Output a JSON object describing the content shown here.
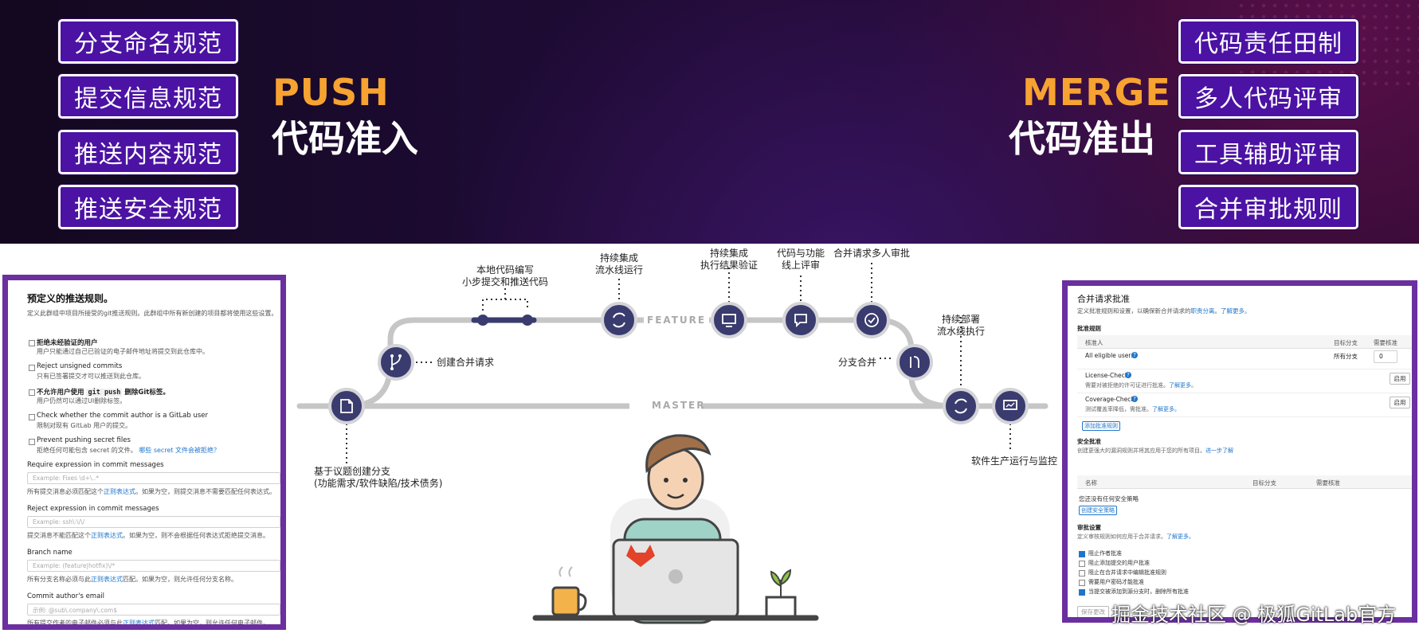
{
  "banner": {
    "left_pills": [
      "分支命名规范",
      "提交信息规范",
      "推送内容规范",
      "推送安全规范"
    ],
    "right_pills": [
      "代码责任田制",
      "多人代码评审",
      "工具辅助评审",
      "合并审批规则"
    ],
    "push_en": "PUSH",
    "push_cn": "代码准入",
    "merge_en": "MERGE",
    "merge_cn": "代码准出",
    "accent_color": "#f7a331",
    "pill_color": "#4b12a3"
  },
  "push_rules": {
    "title": "预定义的推送规则。",
    "description": "定义此群组中项目所接受的git推送规则。此群组中所有新创建的项目都将使用这些设置。",
    "checks": [
      {
        "label": "拒绝未经验证的用户",
        "desc": "用户只能通过自己已验证的电子邮件地址将提交到此仓库中。",
        "bold": true
      },
      {
        "label": "Reject unsigned commits",
        "desc": "只有已签署提交才可以推送到此仓库。",
        "bold": false
      },
      {
        "label_a": "不允许用户使用",
        "label_code": "git push",
        "label_b": "删除Git标签。",
        "desc": "用户仍然可以通过UI删除标签。",
        "bold": true
      },
      {
        "label": "Check whether the commit author is a GitLab user",
        "desc": "限制对现有 GitLab 用户的提交。",
        "bold": false
      },
      {
        "label": "Prevent pushing secret files",
        "desc_a": "拒绝任何可能包含 secret 的文件。",
        "desc_link": "哪些 secret 文件会被拒绝？",
        "bold": false
      }
    ],
    "fields": [
      {
        "label": "Require expression in commit messages",
        "placeholder": "Example: Fixes \\d+\\..*",
        "help_a": "所有提交消息必须匹配这个",
        "help_link": "正则表达式",
        "help_b": "。如果为空，则提交消息不需要匹配任何表达式。"
      },
      {
        "label": "Reject expression in commit messages",
        "placeholder": "Example: ssh\\:\\/\\/",
        "help_a": "提交消息不能匹配这个",
        "help_link": "正则表达式",
        "help_b": "。如果为空，则不会根据任何表达式拒绝提交消息。"
      },
      {
        "label": "Branch name",
        "placeholder": "Example: (feature|hotfix)\\/*",
        "help_a": "所有分支名称必须与此",
        "help_link": "正则表达式",
        "help_b": "匹配。如果为空，则允许任何分支名称。"
      },
      {
        "label": "Commit author's email",
        "placeholder": "示例: @sub\\.company\\.com$",
        "help_a": "所有提交作者的电子邮件必须与此",
        "help_link": "正则表达式",
        "help_b": "匹配。如果为空，则允许任何电子邮件。"
      }
    ]
  },
  "diagram": {
    "feature_label": "FEATURE",
    "master_label": "MASTER",
    "labels": {
      "create_branch_1": "基于议题创建分支",
      "create_branch_2": "(功能需求/软件缺陷/技术债务)",
      "create_mr": "创建合并请求",
      "local_code_1": "本地代码编写",
      "local_code_2": "小步提交和推送代码",
      "ci_run_1": "持续集成",
      "ci_run_2": "流水线运行",
      "ci_verify_1": "持续集成",
      "ci_verify_2": "执行结果验证",
      "online_review_1": "代码与功能",
      "online_review_2": "线上评审",
      "multi_approve": "合并请求多人审批",
      "branch_merge": "分支合并",
      "cd_run_1": "持续部署",
      "cd_run_2": "流水线执行",
      "monitor": "软件生产运行与监控"
    }
  },
  "merge_approvals": {
    "title": "合并请求批准",
    "description_a": "定义批准规则和设置，以确保新合并请求的",
    "description_link1": "职责分离",
    "description_b": "。",
    "description_link2": "了解更多。",
    "rules_heading": "批准规则",
    "table_headers": [
      "核准人",
      "目标分支",
      "需要核准"
    ],
    "rows": [
      {
        "name": "All eligible users",
        "branch": "所有分支",
        "count": "0"
      },
      {
        "name": "License-Check",
        "desc_a": "需要对被拒绝的许可证进行批准。",
        "desc_link": "了解更多。",
        "action": "启用"
      },
      {
        "name": "Coverage-Check",
        "desc_a": "测试覆盖率降低，需批准。",
        "desc_link": "了解更多。",
        "action": "启用"
      }
    ],
    "add_rule": "添加批准规则",
    "security_heading": "安全批准",
    "security_desc_a": "创建更强大的漏洞规则并将其应用于您的所有项目。",
    "security_link": "进一步了解",
    "security_headers": [
      "名称",
      "目标分支",
      "需要核准"
    ],
    "security_empty": "您还没有任何安全策略",
    "create_policy": "创建安全策略",
    "settings_heading": "审批设置",
    "settings_desc_a": "定义审核规则如何应用于合并请求。",
    "settings_link": "了解更多。",
    "settings": [
      {
        "label": "阻止作者批准",
        "checked": true
      },
      {
        "label": "阻止添加提交的用户批准",
        "checked": false
      },
      {
        "label": "阻止在合并请求中编辑批准规则",
        "checked": false
      },
      {
        "label": "需要用户密码才能批准",
        "checked": false
      },
      {
        "label": "当提交被添加到源分支时，删除所有批准",
        "checked": true
      }
    ],
    "save": "保存更改"
  },
  "watermark": "掘金技术社区 @ 极狐GitLab官方"
}
